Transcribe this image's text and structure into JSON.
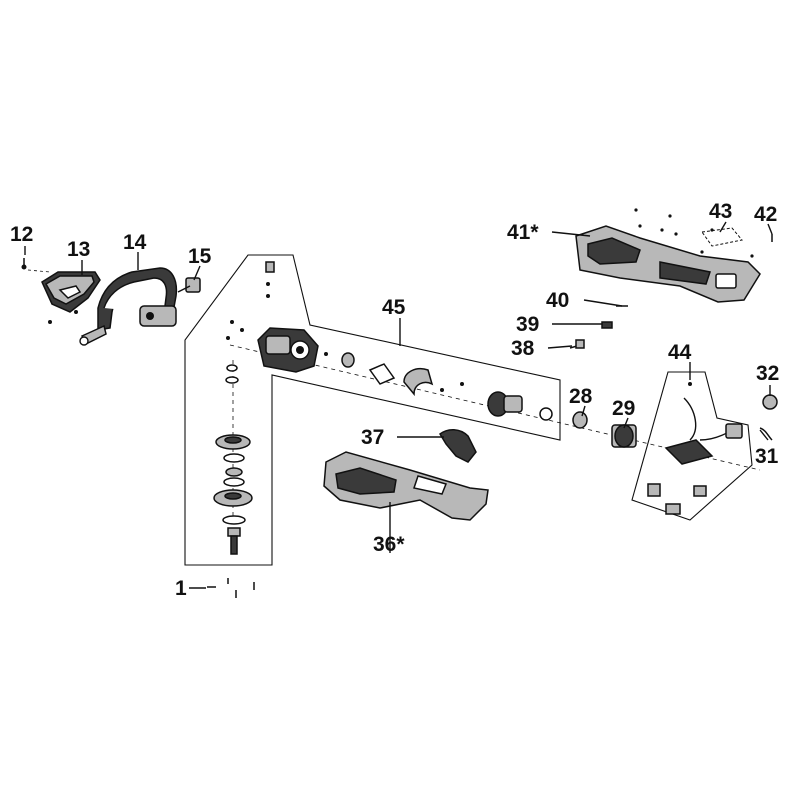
{
  "diagram": {
    "callouts": [
      {
        "id": "c1",
        "text": "1"
      },
      {
        "id": "c12",
        "text": "12"
      },
      {
        "id": "c13",
        "text": "13"
      },
      {
        "id": "c14",
        "text": "14"
      },
      {
        "id": "c15",
        "text": "15"
      },
      {
        "id": "c28",
        "text": "28"
      },
      {
        "id": "c29",
        "text": "29"
      },
      {
        "id": "c31",
        "text": "31"
      },
      {
        "id": "c32",
        "text": "32"
      },
      {
        "id": "c36",
        "text": "36*"
      },
      {
        "id": "c37",
        "text": "37"
      },
      {
        "id": "c38",
        "text": "38"
      },
      {
        "id": "c39",
        "text": "39"
      },
      {
        "id": "c40",
        "text": "40"
      },
      {
        "id": "c41",
        "text": "41*"
      },
      {
        "id": "c42",
        "text": "42"
      },
      {
        "id": "c43",
        "text": "43"
      },
      {
        "id": "c44",
        "text": "44"
      },
      {
        "id": "c45",
        "text": "45"
      }
    ]
  }
}
